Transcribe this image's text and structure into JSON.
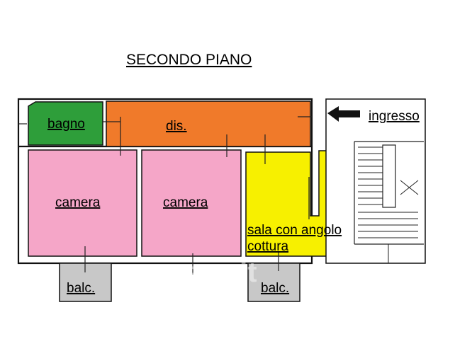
{
  "title": "SECONDO PIANO",
  "rooms": {
    "bagno": "bagno",
    "dis": "dis.",
    "camera_1": "camera",
    "camera_2": "camera",
    "sala_line1": "sala con angolo",
    "sala_line2": "cottura",
    "balc_1": "balc.",
    "balc_2": "balc."
  },
  "entrance_label": "ingresso",
  "colors": {
    "bagno": "#2e9e3a",
    "dis": "#f07a2a",
    "camera": "#f5a6c8",
    "sala": "#f7f000",
    "balcony": "#c8c8c8",
    "stairs": "#ffffff"
  },
  "watermark": "casa.it"
}
